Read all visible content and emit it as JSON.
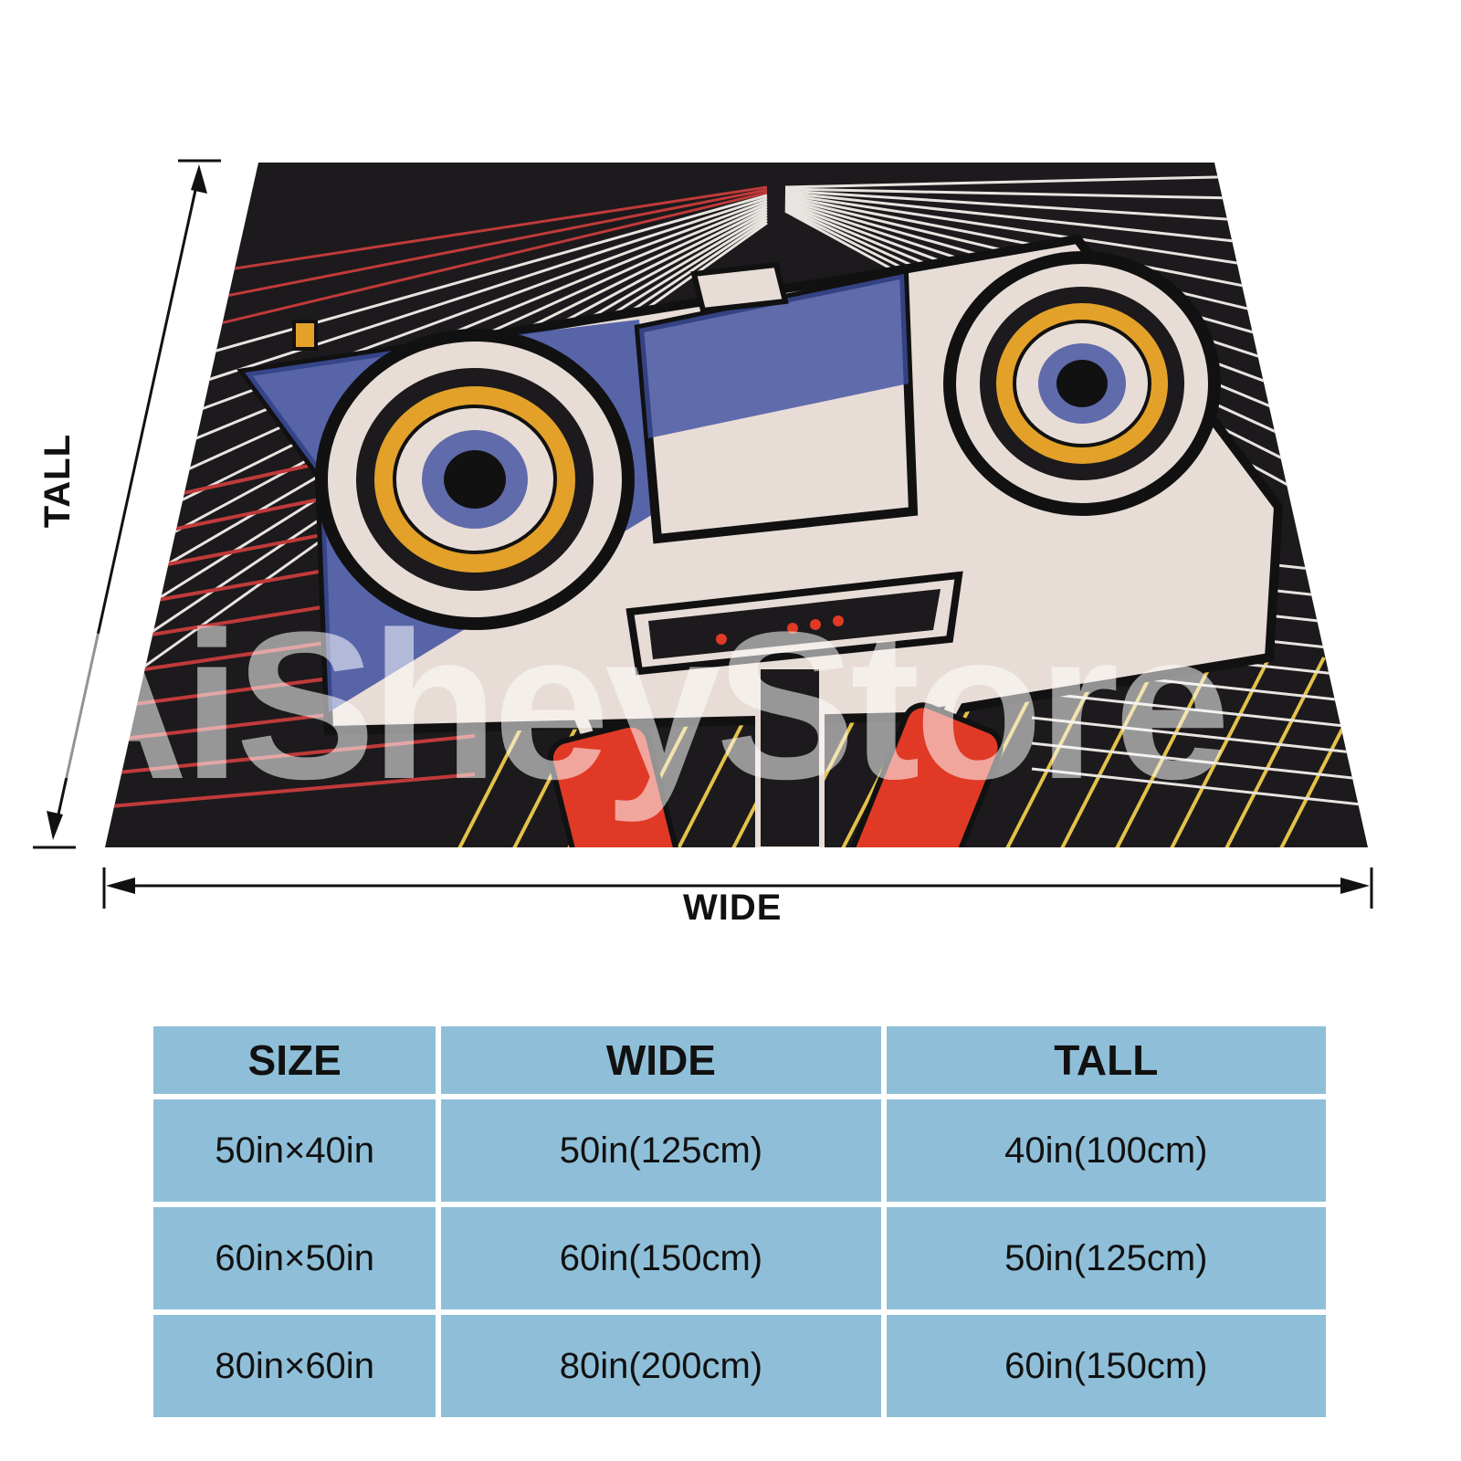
{
  "watermark": "AiSheyStore",
  "dimensions": {
    "tall_label": "TALL",
    "wide_label": "WIDE"
  },
  "colors": {
    "background": "#1c1a1c",
    "table_cell": "#8fbfd8",
    "lens_ring": "#e3a12a",
    "camera_body": "#3d4fa0",
    "camera_highlight": "#e8dcd6",
    "dynamite": "#e03a26",
    "leds": "#e03a26",
    "ray_red": "#c03a3a",
    "ray_yellow": "#e3c24a",
    "ray_white": "#e8e4e0"
  },
  "size_table": {
    "headers": [
      "SIZE",
      "WIDE",
      "TALL"
    ],
    "rows": [
      [
        "50in×40in",
        "50in(125cm)",
        "40in(100cm)"
      ],
      [
        "60in×50in",
        "60in(150cm)",
        "50in(125cm)"
      ],
      [
        "80in×60in",
        "80in(200cm)",
        "60in(150cm)"
      ]
    ]
  }
}
